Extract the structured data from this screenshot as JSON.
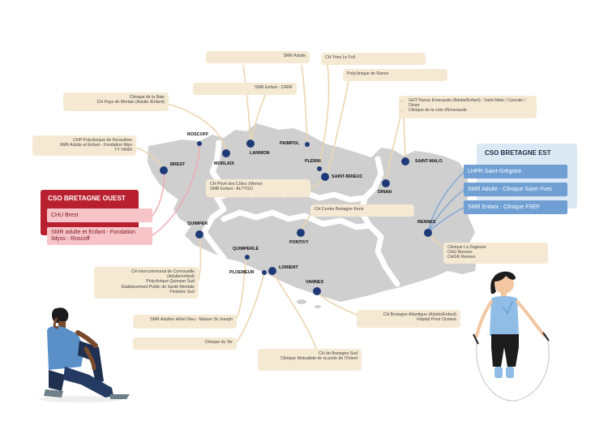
{
  "regions": {
    "west": {
      "title": "CSO BRETAGNE OUEST",
      "items": [
        "CHU Brest",
        "SMR adulte et Enfant - Fondation Ildyss - Roscoff"
      ]
    },
    "east": {
      "title": "CSO BRETAGNE EST",
      "items": [
        "LHPR Saint-Grégoire",
        "SMR Adulte - Clinique Saint-Yves",
        "SMR Enfant - Clinique FSEF"
      ]
    }
  },
  "cities": {
    "roscoff": "ROSCOFF",
    "morlaix": "MORLAIX",
    "lannion": "LANNION",
    "paimpol": "PAIMPOL",
    "plerin": "PLÉRIN",
    "saint_brieuc": "SAINT-BRIEUC",
    "saint_malo": "SAINT-MALO",
    "dinan": "DINAN",
    "brest": "BREST",
    "rennes": "RENNES",
    "quimper": "QUIMPER",
    "pontivy": "PONTIVY",
    "quimperle": "QUIMPERLÉ",
    "lorient": "LORIENT",
    "ploemeur": "PLOEMEUR",
    "vannes": "VANNES"
  },
  "labels": {
    "smr_adulte": "SMR Adulte",
    "ch_yves_le_foll": "CH Yves Le Foll",
    "polyclinique_rance": "Polyclinique de Rance",
    "smr_enfant_crrf": "SMR Enfant - CRRF",
    "morlaix_line1": "Clinique de la Baie",
    "morlaix_line2": "CH Pays de Morlaix (Adulte /Enfant)",
    "brest_line1": "CHP Polyclinique de Keraudren",
    "brest_line2": "SMR Adulte et Enfant - Fondation Ildys",
    "brest_line3": "TY YANN",
    "ght_item1": "GHT Rance Emeraude (Adulte/Enfant) : Saint-Malo / Cancale / Dinan",
    "ght_item2": "Clinique de la cote d'Emeraude",
    "cotes_line1": "CH Privé des Côtes d'Armor",
    "cotes_line2": "SMR Enfant - ALTYGO",
    "kerio": "CH Centre Bretagne Kerio",
    "rennes_line1": "Clinique La Sagesse",
    "rennes_line2": "CHU Rennes",
    "rennes_line3": "CHGR Rennes",
    "quimper_line1": "CH intercommunal de Cornouaille",
    "quimper_line2": "(Adulte/enfant)",
    "quimper_line3": "Polyclinique Quimper Sud",
    "quimper_line4": "Etablissement Public de Santé Mentale",
    "quimper_line5": "Finistère Sud",
    "hotel_dieu": "SMR Adultes Hôtel Dieu - Maison St-Joseph",
    "clinique_ter": "Clinique du Ter",
    "lorient_line1": "CH de Bretagne Sud",
    "lorient_line2": "Clinique Mutualiste de la porte de l'Orient",
    "vannes_line1": "CH Bretagne Atlantique (Adulte/Enfant)",
    "vannes_line2": "Hôpital Privé Océane"
  },
  "colors": {
    "map_fill": "#cfcfcf",
    "city_dot": "#1f3a78",
    "connector_beige": "#ecd6b0",
    "connector_pink": "#f0a8b0",
    "connector_blue": "#7ea6d6",
    "west_red": "#b8202f",
    "west_item": "#f7c4c8",
    "east_bg": "#dce8f3",
    "east_item": "#6f9fd3",
    "label_box": "#f6e9d3"
  },
  "illustrations": [
    "sitting-person-illustration",
    "jump-rope-girl-illustration"
  ]
}
